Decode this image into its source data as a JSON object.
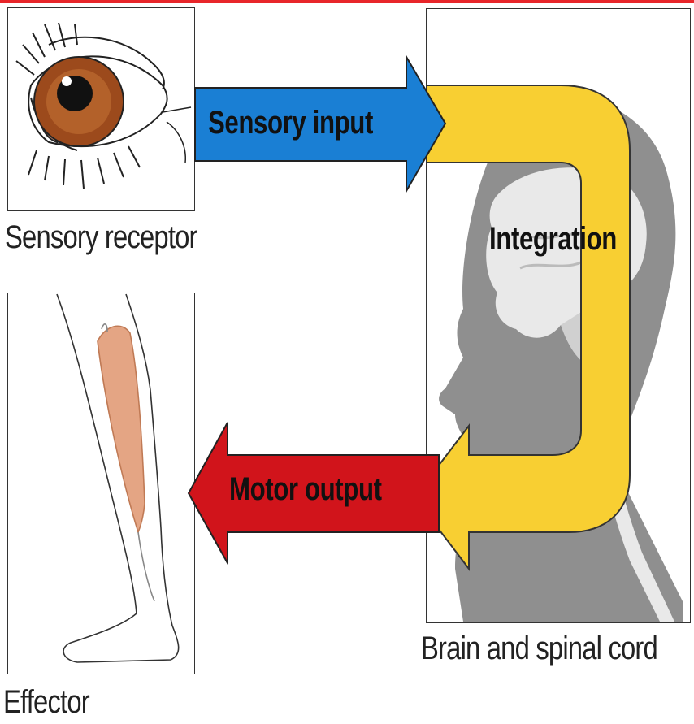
{
  "colors": {
    "top_border": "#e8262a",
    "sensory_arrow": "#1a7fd4",
    "motor_arrow": "#d1141b",
    "integration_arrow": "#f8cf32",
    "head_silhouette": "#8f8f8f",
    "brain": "#e9e9e9"
  },
  "icons": [
    "eye-icon",
    "leg-muscle-icon",
    "head-silhouette-icon"
  ],
  "labels": {
    "sensory_receptor": "Sensory receptor",
    "effector": "Effector",
    "brain_spinal_cord": "Brain and spinal cord"
  },
  "arrows": {
    "sensory_input": "Sensory input",
    "integration": "Integration",
    "motor_output": "Motor output"
  }
}
